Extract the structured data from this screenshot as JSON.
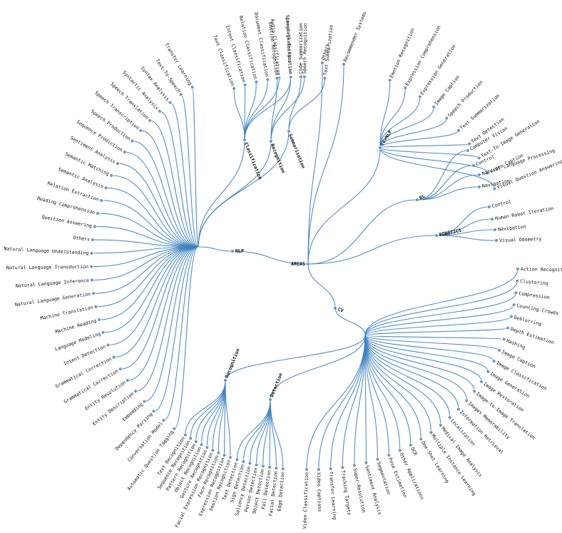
{
  "root": "AREAS",
  "branches": [
    {
      "name": "NLP",
      "children": [
        {
          "name": "Classification",
          "children": [
            "Text Classification",
            "Intent Classification",
            "Relation Classification",
            "Document Classification",
            "Audio Classification",
            "Speech Classification"
          ]
        },
        {
          "name": "Recognition",
          "children": [
            "Emotion Recognition",
            "Language Recognition",
            "Speech Recognition"
          ]
        },
        {
          "name": "Summarization",
          "children": [
            "Code Summarization",
            "Text Summarization"
          ]
        },
        "Transfer Learning",
        "Text-To-Speech",
        "Syntax Analysis",
        "Syntactic Analysis",
        "Speech Translation",
        "Speech Transcription",
        "Speech Production",
        "Sequence Prediction",
        "Sentiment Analysis",
        "Semantic Matching",
        "Semantic Analysis",
        "Relation Extraction",
        "Reading Comprehension",
        "Question Answering",
        "Others",
        "Natural Language Understanding",
        "Natural Language Transduction",
        "Natural Language Inference",
        "Natural Language Generation",
        "Machine Translation",
        "Machine Reading",
        "Language Modeling",
        "Intent Detection",
        "Grammatical Correction",
        "Grammatical Correction",
        "Entity Resolution",
        "Entity Description",
        "Embedding",
        "Dependency Parsing",
        "Conversation Model",
        "Automatic Question Tagging"
      ]
    },
    {
      "name": "Others",
      "children": []
    },
    {
      "name": "Recommender Systems",
      "children": []
    },
    {
      "name": "CV+NLP",
      "children": [
        "Emotion Recognition",
        "Expression Comprehension",
        "Expression Generation",
        "Image Caption",
        "Speech Production",
        "Text Summarization",
        "Text Detection",
        "Text-To-Image Generation",
        "Video Caption",
        "Visual Question Answering"
      ]
    },
    {
      "name": "RL",
      "children": [
        "Computer Vision",
        "Control",
        "Natural Language Processing",
        "Navigation"
      ]
    },
    {
      "name": "ROBOTICS",
      "children": [
        "Control",
        "Human-Robot Iteration",
        "Navigation",
        "Visual Odometry"
      ]
    },
    {
      "name": "CV",
      "children": [
        "Action Recognition",
        "Clustering",
        "Compression",
        "Counting Crowds",
        "Deblurring",
        "Depth Estimation",
        "Hashing",
        "Image Caption",
        "Image Classification",
        "Image Generation",
        "Image Restoration",
        "Image-to-Image Translation",
        "Images Memorability",
        "Information Retrieval",
        "Localization",
        "Medical Image Analysis",
        "Multiple Instance Learning",
        "One-Shot Learning",
        "OCR",
        "Other Applications",
        "Pose Estimation",
        "Segmentation",
        "Sentiment Analysis",
        "Super-Resolution",
        "Tracking Targets",
        "Transfer Learning",
        "Video Captions",
        "Video Classification",
        {
          "name": "Detection",
          "children": [
            "Edge Detection",
            "Facial Detection",
            "Fall Detection",
            "Object Detection",
            "Person Detection",
            "Saliency Detection",
            "Sign Detection",
            "Text Detection"
          ]
        },
        {
          "name": "Recognition",
          "children": [
            "Emotion Recognition",
            "Expression Recognition",
            "Face Recognition",
            "Facial Expression Recognition",
            "Gesture Recognition",
            "Object Recognition",
            "Pattern Recognition",
            "Sequence Recognition",
            "Text Recognition"
          ]
        }
      ]
    }
  ]
}
